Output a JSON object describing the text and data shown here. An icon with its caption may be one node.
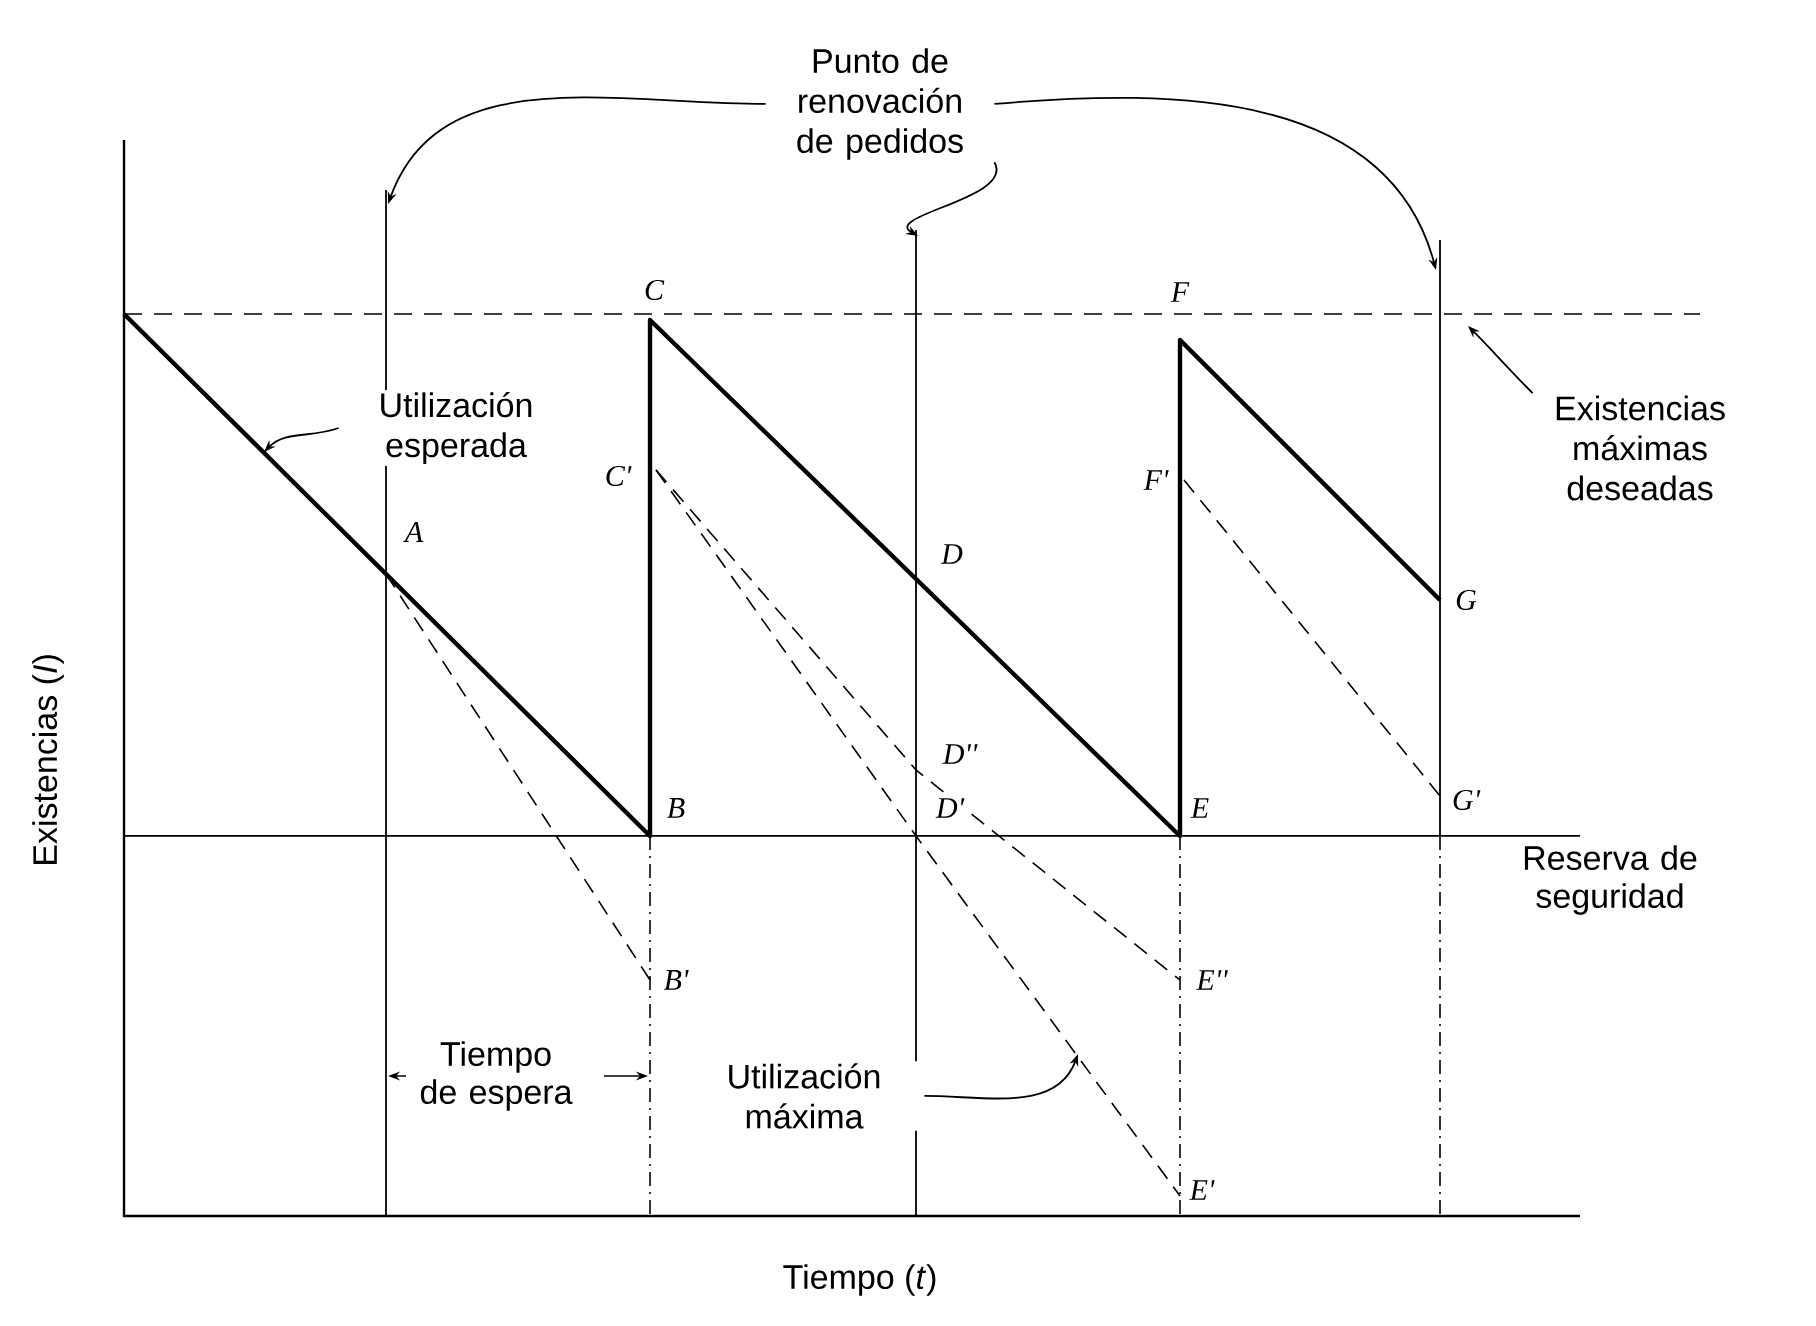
{
  "diagram": {
    "nodes": [
      {
        "text": [
          "Punto de renovación de pedidos"
        ]
      },
      {
        "text": [
          "Utilización esperada"
        ]
      },
      {
        "text": [
          "Existencias máximas deseadas"
        ]
      },
      {
        "text": [
          "Utilización máxima"
        ]
      }
    ],
    "edges": [
      {
        "from": 0,
        "to": null,
        "arrow": "to"
      },
      {
        "from": 0,
        "to": null,
        "arrow": "to"
      },
      {
        "from": 0,
        "to": null,
        "arrow": "to"
      },
      {
        "from": 1,
        "to": null,
        "arrow": "to"
      },
      {
        "from": 2,
        "to": null,
        "arrow": "to"
      },
      {
        "from": 3,
        "to": null,
        "arrow": "to"
      }
    ],
    "labels": [
      "C",
      "F",
      "C'",
      "F'",
      "A",
      "D",
      "G",
      "D''",
      "G'",
      "B",
      "D'",
      "E",
      "Reserva de seguridad",
      "B'",
      "E''",
      "Tiempo de espera",
      "E'",
      "Existencias (*I*)",
      "Tiempo (*t*)"
    ]
  }
}
